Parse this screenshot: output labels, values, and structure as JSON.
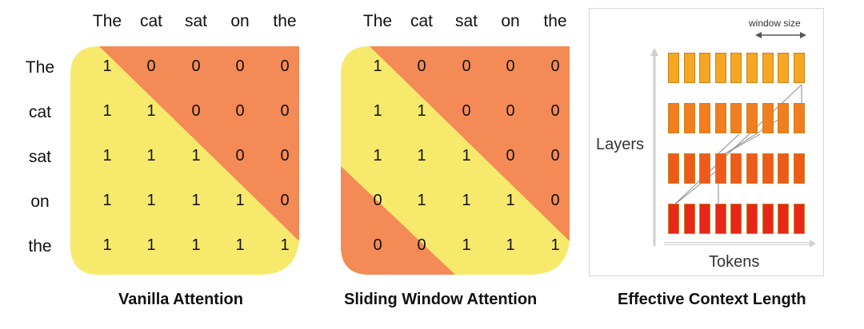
{
  "tokens": [
    "The",
    "cat",
    "sat",
    "on",
    "the"
  ],
  "vanilla": {
    "caption": "Vanilla Attention",
    "matrix": [
      [
        "1",
        "0",
        "0",
        "0",
        "0"
      ],
      [
        "1",
        "1",
        "0",
        "0",
        "0"
      ],
      [
        "1",
        "1",
        "1",
        "0",
        "0"
      ],
      [
        "1",
        "1",
        "1",
        "1",
        "0"
      ],
      [
        "1",
        "1",
        "1",
        "1",
        "1"
      ]
    ]
  },
  "sliding": {
    "caption": "Sliding Window Attention",
    "matrix": [
      [
        "1",
        "0",
        "0",
        "0",
        "0"
      ],
      [
        "1",
        "1",
        "0",
        "0",
        "0"
      ],
      [
        "1",
        "1",
        "1",
        "0",
        "0"
      ],
      [
        "0",
        "1",
        "1",
        "1",
        "0"
      ],
      [
        "0",
        "0",
        "1",
        "1",
        "1"
      ]
    ]
  },
  "context": {
    "caption": "Effective Context Length",
    "y_label": "Layers",
    "x_label": "Tokens",
    "window_label": "window size",
    "layer_colors": [
      "#f5a623",
      "#f27e1f",
      "#ef5a1b",
      "#e8271a"
    ]
  },
  "colors": {
    "yellow": "#f7e96c",
    "orange": "#f48a56",
    "panel_border": "#d6d6d6"
  }
}
